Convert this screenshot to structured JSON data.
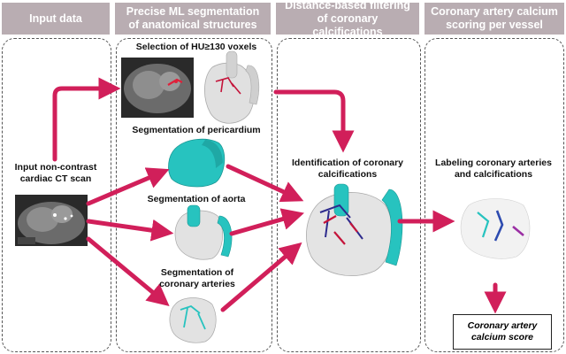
{
  "headers": {
    "input": "Input data",
    "segmentation": "Precise ML segmentation of anatomical structures",
    "filtering": "Distance-based filtering of coronary calcifications",
    "scoring": "Coronary artery calcium scoring per vessel"
  },
  "labels": {
    "input_scan": "Input non-contrast cardiac CT scan",
    "hu_selection": "Selection of HU≥130 voxels",
    "pericardium": "Segmentation of pericardium",
    "aorta": "Segmentation of aorta",
    "coronary": "Segmentation of coronary arteries",
    "identification": "Identification of coronary calcifications",
    "labeling": "Labeling coronary arteries and calcifications",
    "score": "Coronary artery calcium score"
  },
  "colors": {
    "header_bg": "#b9adb2",
    "arrow": "#d11f5a",
    "teal": "#27c3bf",
    "calcium_red": "#c4143a",
    "navy": "#2d2a8c",
    "purple": "#9b2fa4",
    "heart_gray": "#d9d9d9"
  }
}
